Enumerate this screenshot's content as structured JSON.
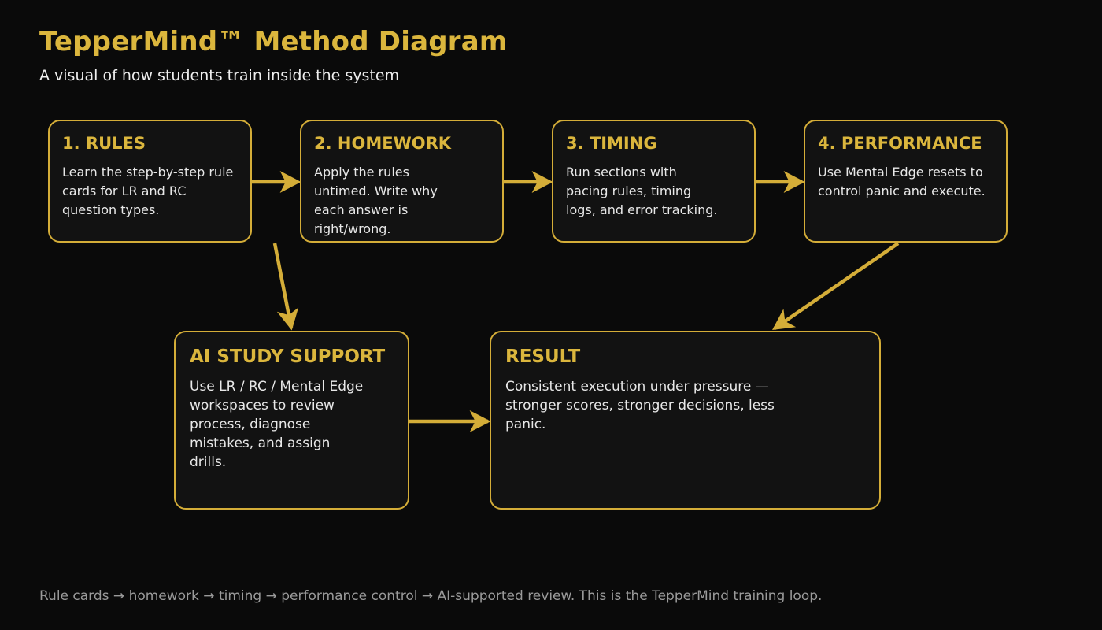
{
  "header": {
    "title": "TepperMind™ Method Diagram",
    "subtitle": "A visual of how students train inside the system"
  },
  "theme": {
    "background": "#0a0a0a",
    "card_background": "#121212",
    "accent_gold": "#d4ad38",
    "title_gold": "#dbb63d",
    "body_text": "#e8e8e8",
    "footer_text": "#9a9a9a"
  },
  "nodes": [
    {
      "id": "rules",
      "title": "1. RULES",
      "body": "Learn the step-by-step rule cards for LR and RC question types."
    },
    {
      "id": "homework",
      "title": "2. HOMEWORK",
      "body": "Apply the rules untimed. Write why each answer is right/wrong."
    },
    {
      "id": "timing",
      "title": "3. TIMING",
      "body": "Run sections with pacing rules, timing logs, and error tracking."
    },
    {
      "id": "performance",
      "title": "4. PERFORMANCE",
      "body": "Use Mental Edge resets to control panic and execute."
    },
    {
      "id": "ai_support",
      "title": "AI STUDY SUPPORT",
      "body": "Use LR / RC / Mental Edge workspaces to review process, diagnose mistakes, and assign drills."
    },
    {
      "id": "result",
      "title": "RESULT",
      "body": "Consistent execution under pressure — stronger scores, stronger decisions, less panic."
    }
  ],
  "connectors": [
    {
      "id": "rules-to-homework",
      "from": "rules",
      "to": "homework",
      "kind": "arrow-right"
    },
    {
      "id": "homework-to-timing",
      "from": "homework",
      "to": "timing",
      "kind": "arrow-right"
    },
    {
      "id": "timing-to-performance",
      "from": "timing",
      "to": "performance",
      "kind": "arrow-right"
    },
    {
      "id": "homework-to-ai-support",
      "from": "homework",
      "to": "ai_support",
      "kind": "arrow-diagonal-down-right"
    },
    {
      "id": "performance-to-result",
      "from": "performance",
      "to": "result",
      "kind": "arrow-diagonal-down-left"
    },
    {
      "id": "ai-support-to-result",
      "from": "ai_support",
      "to": "result",
      "kind": "arrow-right"
    }
  ],
  "footer": {
    "note": "Rule cards → homework → timing → performance control → AI-supported review. This is the TepperMind training loop."
  }
}
